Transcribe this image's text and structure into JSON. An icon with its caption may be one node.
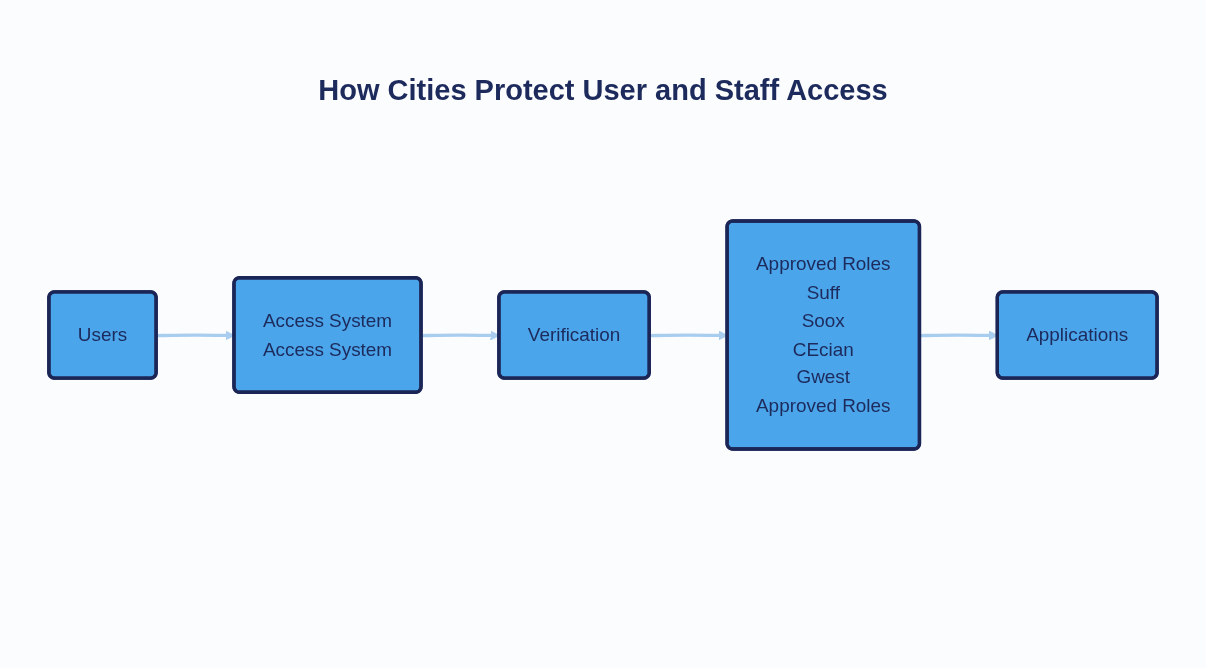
{
  "diagram": {
    "title": "How Cities Protect User and Staff Access",
    "nodes": [
      {
        "text": [
          "Users"
        ]
      },
      {
        "text": [
          "Access System",
          "Access System"
        ]
      },
      {
        "text": [
          "Verification"
        ]
      },
      {
        "text": [
          "Approved Roles",
          "Suff",
          "Soox",
          "CEcian",
          "Gwest",
          "Approved Roles"
        ]
      },
      {
        "text": [
          "Applications"
        ]
      }
    ],
    "edges": [
      {
        "from": 0,
        "to": 1,
        "arrow": "to"
      },
      {
        "from": 1,
        "to": 2,
        "arrow": "to"
      },
      {
        "from": 2,
        "to": 3,
        "arrow": "to"
      },
      {
        "from": 3,
        "to": 4,
        "arrow": "to"
      }
    ]
  }
}
